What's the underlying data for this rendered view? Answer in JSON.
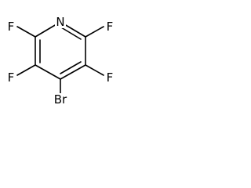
{
  "molecule": {
    "atoms": {
      "n": "N",
      "f_upper_left": "F",
      "f_upper_right": "F",
      "f_lower_left": "F",
      "f_lower_right": "F",
      "br": "Br"
    }
  }
}
